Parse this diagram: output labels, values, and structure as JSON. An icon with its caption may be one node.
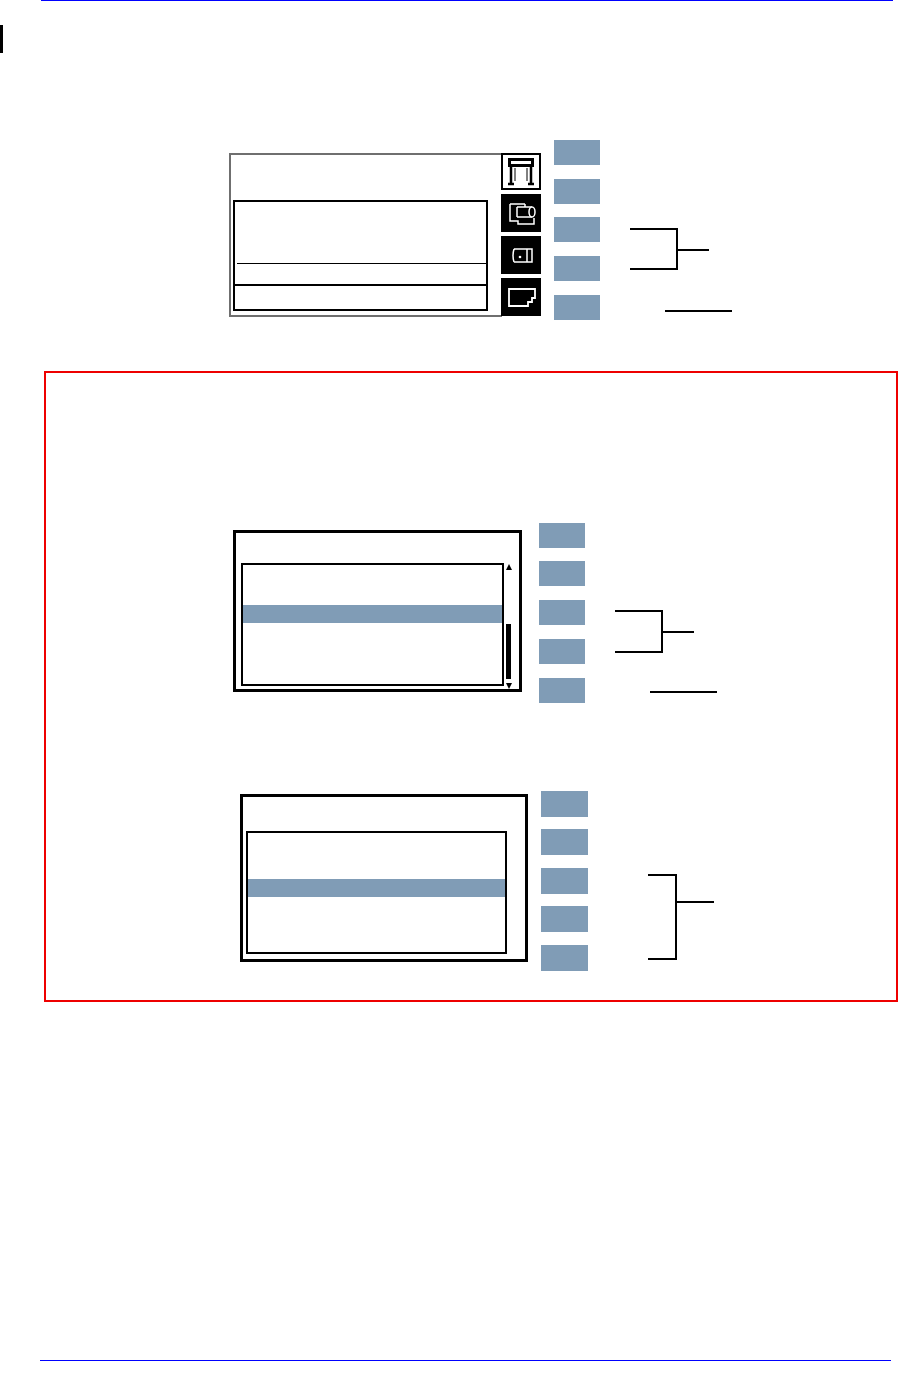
{
  "diagram": {
    "nodes": [
      {
        "text": [],
        "shape": "box"
      },
      {
        "text": [],
        "shape": "box",
        "in": 0
      },
      {
        "text": [],
        "shape": "button"
      },
      {
        "text": [],
        "shape": "button"
      },
      {
        "text": [],
        "shape": "button"
      },
      {
        "text": [],
        "shape": "button"
      },
      {
        "text": [],
        "shape": "button"
      },
      {
        "text": [],
        "shape": "box"
      },
      {
        "text": [],
        "shape": "box",
        "in": 7
      },
      {
        "text": [],
        "shape": "box",
        "in": 8
      },
      {
        "text": [],
        "shape": "bar",
        "in": 9
      },
      {
        "text": [],
        "shape": "button",
        "in": 7
      },
      {
        "text": [],
        "shape": "button",
        "in": 7
      },
      {
        "text": [],
        "shape": "button",
        "in": 7
      },
      {
        "text": [],
        "shape": "button",
        "in": 7
      },
      {
        "text": [],
        "shape": "button",
        "in": 7
      },
      {
        "text": [],
        "shape": "box",
        "in": 7
      },
      {
        "text": [],
        "shape": "box",
        "in": 16
      },
      {
        "text": [],
        "shape": "bar",
        "in": 17
      },
      {
        "text": [],
        "shape": "button",
        "in": 7
      },
      {
        "text": [],
        "shape": "button",
        "in": 7
      },
      {
        "text": [],
        "shape": "button",
        "in": 7
      },
      {
        "text": [],
        "shape": "button",
        "in": 7
      },
      {
        "text": [],
        "shape": "button",
        "in": 7
      }
    ]
  }
}
